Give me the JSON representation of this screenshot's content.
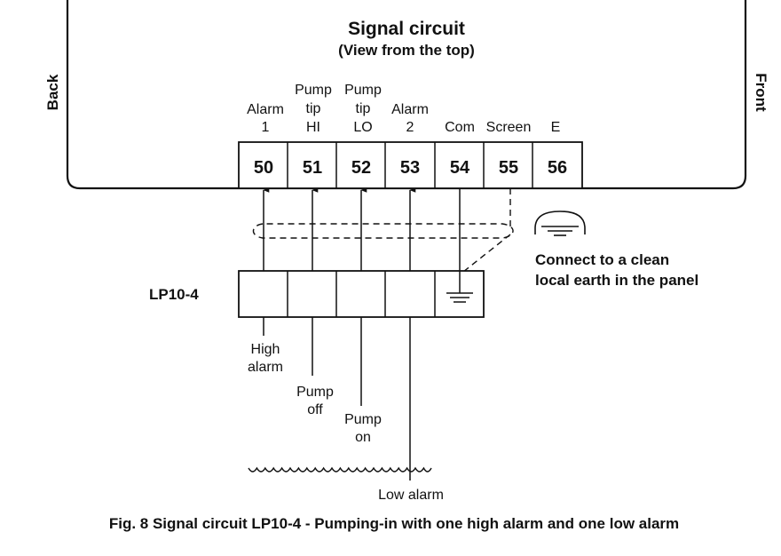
{
  "diagram": {
    "title": "Signal circuit",
    "subtitle": "(View from the top)",
    "side_left": "Back",
    "side_right": "Front",
    "device_label": "LP10-4",
    "earth_note": [
      "Connect to a clean",
      "local earth in the panel"
    ],
    "caption": "Fig. 8 Signal circuit LP10-4 - Pumping-in with one high alarm and one low alarm",
    "terminals": [
      {
        "number": "50",
        "label": [
          "Alarm",
          "1"
        ]
      },
      {
        "number": "51",
        "label": [
          "Pump",
          "tip",
          "HI"
        ]
      },
      {
        "number": "52",
        "label": [
          "Pump",
          "tip",
          "LO"
        ]
      },
      {
        "number": "53",
        "label": [
          "Alarm",
          "2"
        ]
      },
      {
        "number": "54",
        "label": [
          "Com"
        ]
      },
      {
        "number": "55",
        "label": [
          "Screen"
        ]
      },
      {
        "number": "56",
        "label": [
          "E"
        ]
      }
    ],
    "probes": [
      {
        "label": [
          "High",
          "alarm"
        ]
      },
      {
        "label": [
          "Pump",
          "off"
        ]
      },
      {
        "label": [
          "Pump",
          "on"
        ]
      },
      {
        "label": [
          "Low alarm"
        ]
      }
    ]
  }
}
